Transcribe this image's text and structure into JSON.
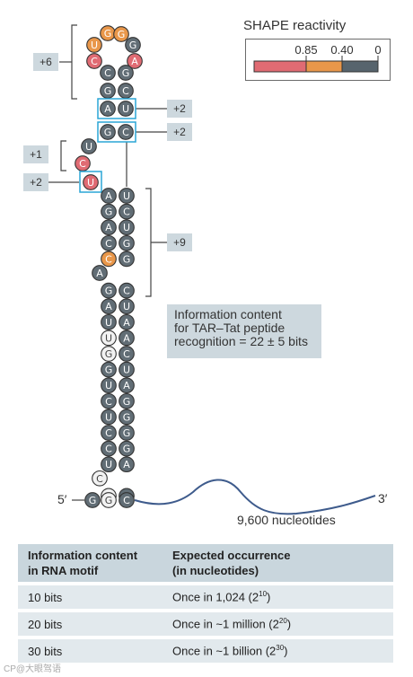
{
  "legend": {
    "title": "SHAPE reactivity",
    "ticks": [
      "0.85",
      "0.40",
      "0"
    ],
    "colors": {
      "high": "#e06b73",
      "medium": "#e9974a",
      "low": "#57646d"
    }
  },
  "nucleotide_colors": {
    "grey": "#616d75",
    "light": "#f2f2f2",
    "orange": "#e9974a",
    "red": "#e06b73"
  },
  "highlight_color": "#2aa6d6",
  "annotations": {
    "plus6": "+6",
    "plus2a": "+2",
    "plus2b": "+2",
    "plus1": "+1",
    "plus2c": "+2",
    "plus9": "+9"
  },
  "hairpin_loop": [
    {
      "base": "U",
      "color": "orange"
    },
    {
      "base": "G",
      "color": "orange"
    },
    {
      "base": "G",
      "color": "orange"
    },
    {
      "base": "G",
      "color": "grey"
    },
    {
      "base": "C",
      "color": "red"
    },
    {
      "base": "A",
      "color": "red"
    }
  ],
  "stem_pairs": [
    {
      "left": {
        "base": "C",
        "color": "grey"
      },
      "right": {
        "base": "G",
        "color": "grey"
      }
    },
    {
      "left": {
        "base": "G",
        "color": "grey"
      },
      "right": {
        "base": "C",
        "color": "grey"
      }
    },
    {
      "left": {
        "base": "A",
        "color": "grey"
      },
      "right": {
        "base": "U",
        "color": "grey"
      },
      "highlight": true
    },
    {
      "left": {
        "base": "G",
        "color": "grey"
      },
      "right": {
        "base": "C",
        "color": "grey"
      },
      "highlight": true
    }
  ],
  "bulge": [
    {
      "base": "U",
      "color": "grey"
    },
    {
      "base": "C",
      "color": "red"
    },
    {
      "base": "U",
      "color": "red",
      "highlight": true
    }
  ],
  "lower_pairs": [
    {
      "left": {
        "base": "A",
        "color": "grey"
      },
      "right": {
        "base": "U",
        "color": "grey"
      }
    },
    {
      "left": {
        "base": "G",
        "color": "grey"
      },
      "right": {
        "base": "C",
        "color": "grey"
      }
    },
    {
      "left": {
        "base": "A",
        "color": "grey"
      },
      "right": {
        "base": "U",
        "color": "grey"
      }
    },
    {
      "left": {
        "base": "C",
        "color": "grey"
      },
      "right": {
        "base": "G",
        "color": "grey"
      }
    },
    {
      "left": {
        "base": "C",
        "color": "orange"
      },
      "right": {
        "base": "G",
        "color": "grey"
      }
    },
    {
      "left": {
        "base": "A",
        "color": "grey"
      },
      "right": null
    },
    {
      "left": {
        "base": "G",
        "color": "grey"
      },
      "right": {
        "base": "C",
        "color": "grey"
      }
    },
    {
      "left": {
        "base": "A",
        "color": "grey"
      },
      "right": {
        "base": "U",
        "color": "grey"
      }
    },
    {
      "left": {
        "base": "U",
        "color": "grey"
      },
      "right": {
        "base": "A",
        "color": "grey"
      }
    },
    {
      "left": {
        "base": "U",
        "color": "light"
      },
      "right": {
        "base": "A",
        "color": "grey"
      }
    },
    {
      "left": {
        "base": "G",
        "color": "light"
      },
      "right": {
        "base": "C",
        "color": "grey"
      }
    },
    {
      "left": {
        "base": "G",
        "color": "grey"
      },
      "right": {
        "base": "U",
        "color": "grey"
      }
    },
    {
      "left": {
        "base": "U",
        "color": "grey"
      },
      "right": {
        "base": "A",
        "color": "grey"
      }
    },
    {
      "left": {
        "base": "C",
        "color": "grey"
      },
      "right": {
        "base": "G",
        "color": "grey"
      }
    },
    {
      "left": {
        "base": "U",
        "color": "grey"
      },
      "right": {
        "base": "G",
        "color": "grey"
      }
    },
    {
      "left": {
        "base": "C",
        "color": "grey"
      },
      "right": {
        "base": "G",
        "color": "grey"
      }
    },
    {
      "left": {
        "base": "C",
        "color": "grey"
      },
      "right": {
        "base": "G",
        "color": "grey"
      }
    },
    {
      "left": {
        "base": "U",
        "color": "grey"
      },
      "right": {
        "base": "A",
        "color": "grey"
      }
    },
    {
      "left": {
        "base": "C",
        "color": "light"
      },
      "right": null
    },
    {
      "left": {
        "base": "U",
        "color": "light"
      },
      "right": {
        "base": "A",
        "color": "grey"
      }
    }
  ],
  "base_row": [
    {
      "base": "G",
      "color": "grey"
    },
    {
      "base": "G",
      "color": "light"
    },
    {
      "base": "C",
      "color": "grey"
    }
  ],
  "five_prime": "5′",
  "three_prime": "3′",
  "length_label": "9,600 nucleotides",
  "info_box": [
    "Information content",
    "for TAR–Tat peptide",
    "recognition = 22 ± 5 bits"
  ],
  "table": {
    "headers": [
      [
        "Information content",
        "in RNA motif"
      ],
      [
        "Expected occurrence",
        "(in nucleotides)"
      ]
    ],
    "rows": [
      {
        "bits": "10 bits",
        "occurrence": "Once in 1,024 (2",
        "exp": "10",
        "close": ")"
      },
      {
        "bits": "20 bits",
        "occurrence": "Once in ~1 million (2",
        "exp": "20",
        "close": ")"
      },
      {
        "bits": "30 bits",
        "occurrence": "Once in ~1 billion (2",
        "exp": "30",
        "close": ")"
      }
    ]
  },
  "watermark": "CP@大眼驾语"
}
